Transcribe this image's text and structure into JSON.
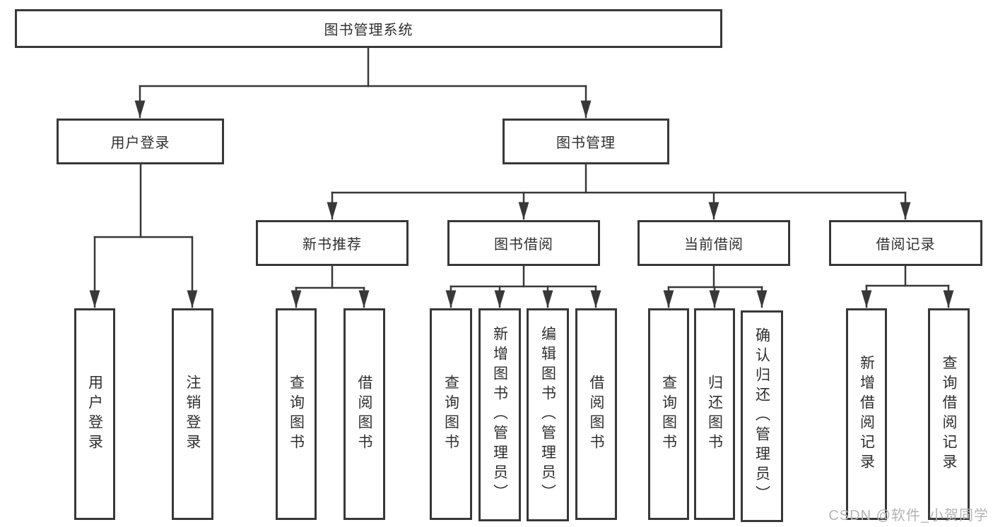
{
  "diagram_type": "hierarchy-tree",
  "root": {
    "label": "图书管理系统"
  },
  "branches": [
    {
      "label": "用户登录",
      "children": [
        {
          "label": "用户登录"
        },
        {
          "label": "注销登录"
        }
      ]
    },
    {
      "label": "图书管理",
      "children": [
        {
          "label": "新书推荐",
          "children": [
            {
              "label": "查询图书"
            },
            {
              "label": "借阅图书"
            }
          ]
        },
        {
          "label": "图书借阅",
          "children": [
            {
              "label": "查询图书"
            },
            {
              "label": "新增图书（管理员）"
            },
            {
              "label": "编辑图书（管理员）"
            },
            {
              "label": "借阅图书"
            }
          ]
        },
        {
          "label": "当前借阅",
          "children": [
            {
              "label": "查询图书"
            },
            {
              "label": "归还图书"
            },
            {
              "label": "确认归还（管理员）"
            }
          ]
        },
        {
          "label": "借阅记录",
          "children": [
            {
              "label": "新增借阅记录"
            },
            {
              "label": "查询借阅记录"
            }
          ]
        }
      ]
    }
  ],
  "watermark": "CSDN @软件_小贺同学",
  "colors": {
    "line": "#383838",
    "text": "#2f2f2f",
    "watermark": "#b4b4b4",
    "background": "#ffffff"
  }
}
